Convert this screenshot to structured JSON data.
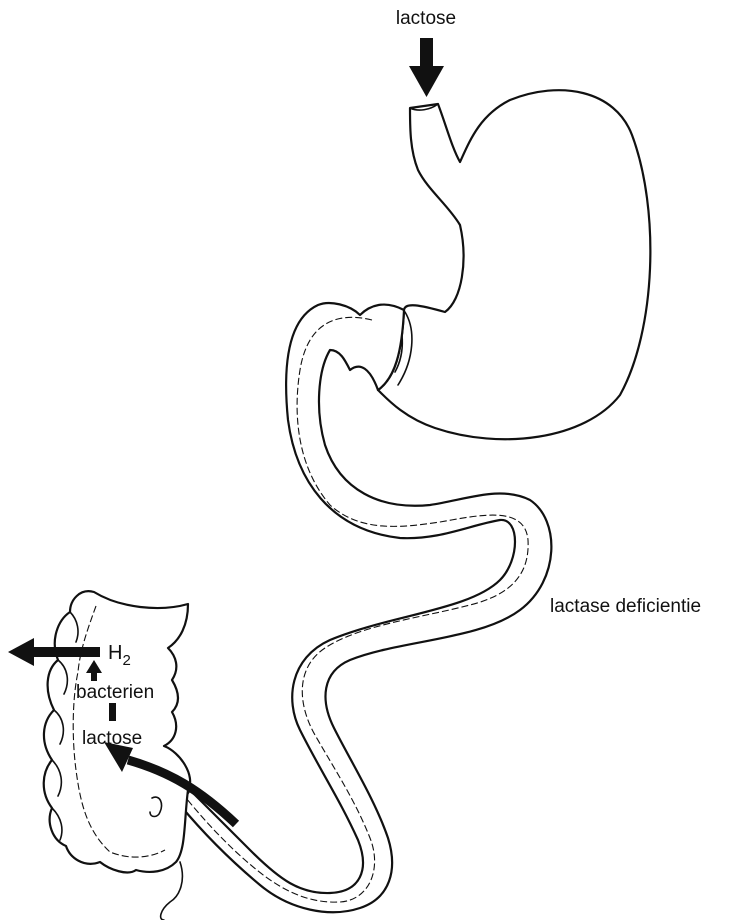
{
  "labels": {
    "lactose_top": "lactose",
    "lactase_deficiency": "lactase deficientie",
    "h2_main": "H",
    "h2_sub": "2",
    "bacteria": "bacterien",
    "lactose_bottom": "lactose"
  }
}
